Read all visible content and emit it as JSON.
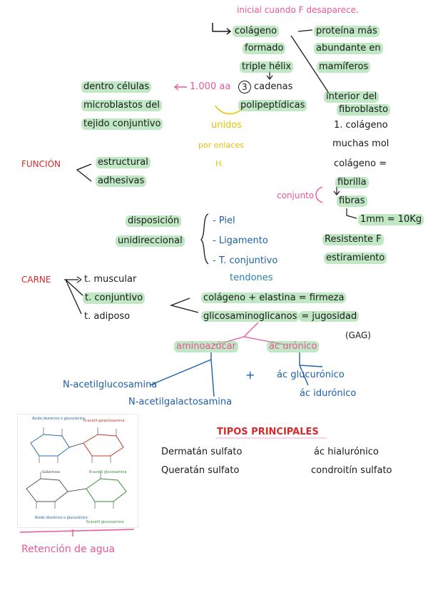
{
  "top_note": "inicial cuando F desaparece.",
  "colageno_block": {
    "colageno": "colágeno",
    "formado": "formado",
    "triple_helice": "triple hélix",
    "proteina": "proteína más",
    "abundante": "abundante en",
    "mamiferos": "mamíferos",
    "aa_count": "1.000 aa",
    "three": "3",
    "cadenas": "cadenas",
    "polipeptidicas": "polipeptídicas",
    "unidos": "unidos",
    "por_enlaces": "por enlaces",
    "h": "H.",
    "dentro": "dentro células",
    "microblastos": "microblastos del",
    "tejido": "tejido conjuntivo",
    "interior": "interior del",
    "fibroblasto": "fibroblasto",
    "uno_colageno": "1. colágeno",
    "muchas_mol": "muchas mol",
    "colageno_eq": "colágeno =",
    "fibrilla": "fibrilla",
    "conjunto": "conjunto",
    "fibras": "fibras",
    "mm_kg": "1mm = 10Kg",
    "resistente": "Resistente F",
    "estiramiento": "estiramiento"
  },
  "funcion": {
    "label": "FUNCIÓN",
    "estructural": "estructural",
    "adhesivas": "adhesivas"
  },
  "disposicion": {
    "line1": "disposición",
    "line2": "unidireccional",
    "piel": "- Piel",
    "ligamento": "- Ligamento",
    "t_conjuntivo": "- T. conjuntivo",
    "tendones": "tendones"
  },
  "carne": {
    "label": "CARNE",
    "muscular": "t. muscular",
    "conjuntivo": "t. conjuntivo",
    "adiposo": "t. adiposo",
    "eq1": "colágeno + elastina = firmeza",
    "eq2_a": "glicosaminoglicanos",
    "eq2_b": "= jugosidad",
    "gag": "(GAG)"
  },
  "gag_parts": {
    "aminoazucar": "aminoazúcar",
    "ac_uronico": "ác urónico",
    "n_acetilglucosamina": "N-acetilglucosamina",
    "n_acetilgalactosamina": "N-acetilgalactosamina",
    "plus": "+",
    "ac_glucuronico": "ác glucurónico",
    "ac_iduronico": "ác idurónico"
  },
  "figure": {
    "label_tl": "Ácido idurónico o glucurónico",
    "label_tr": "N-acetil-galactosamina",
    "label_ml": "Galactosa",
    "label_mr": "N-acetil glucosamina",
    "label_bl": "Ácido idurónico o glucurónico",
    "label_br": "N-acetil glucosamina"
  },
  "tipos": {
    "title": "TIPOS PRINCIPALES",
    "dermatan": "Dermatán sulfato",
    "queratan": "Queratán sulfato",
    "hialuronico": "ác hialurónico",
    "condroitin": "condroitín sulfato"
  },
  "retencion": "Retención de agua",
  "colors": {
    "pink": "#e8579a",
    "red": "#d62b2b",
    "blue": "#1d5fa8",
    "yellow": "#e6c200",
    "highlight": "#8cd696"
  }
}
